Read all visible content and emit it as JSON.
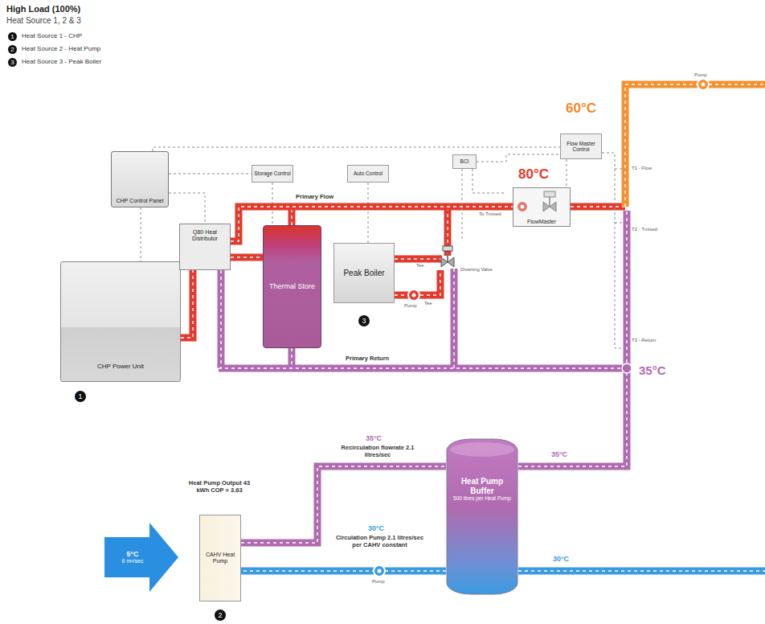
{
  "diagram": {
    "title": "High Load (100%)",
    "nodes": [
      {
        "text": [
          "CHP Control Panel"
        ]
      },
      {
        "text": [
          "CHP Power Unit"
        ]
      },
      {
        "text": [
          "Q80 Heat Distributor"
        ]
      },
      {
        "text": [
          "Storage Control"
        ]
      },
      {
        "text": [
          "Thermal Store"
        ]
      },
      {
        "text": [
          "Auto Control"
        ]
      },
      {
        "text": [
          "Peak Boiler"
        ]
      },
      {
        "text": [
          "BCI"
        ]
      },
      {
        "text": [
          "Flow Master Control"
        ]
      },
      {
        "text": [
          "FlowMaster"
        ]
      },
      {
        "text": [
          "Heat Pump Buffer",
          "500 litres per Heat Pump"
        ]
      },
      {
        "text": [
          "CAHV Heat Pump"
        ]
      },
      {
        "text": [
          "5°C",
          "6 m³/sec"
        ]
      }
    ],
    "edges": [
      {
        "from": 0,
        "to": 1,
        "arrow": "none"
      },
      {
        "from": 0,
        "to": 2,
        "arrow": "none"
      },
      {
        "from": 0,
        "to": 3,
        "arrow": "none"
      },
      {
        "from": 0,
        "to": 8,
        "arrow": "none"
      },
      {
        "from": 3,
        "to": 4,
        "arrow": "none"
      },
      {
        "from": 5,
        "to": 6,
        "arrow": "none"
      },
      {
        "from": 8,
        "to": 9,
        "arrow": "none"
      },
      {
        "from": 7,
        "to": 8,
        "arrow": "none"
      },
      {
        "from": 1,
        "to": 2,
        "arrow": "none"
      },
      {
        "from": 2,
        "to": 9,
        "arrow": "none"
      },
      {
        "from": 11,
        "to": 10,
        "arrow": "none"
      },
      {
        "from": 10,
        "to": 11,
        "arrow": "none"
      },
      {
        "from": 2,
        "to": 4,
        "arrow": "none"
      }
    ],
    "labels": [
      "Heat Source 1, 2 & 3",
      "1",
      "2",
      "3",
      "1",
      "3",
      "2",
      "Primary Flow",
      "Primary Return",
      "60°C",
      "80°C",
      "35°C",
      "Pump",
      "Diverting Valve",
      "Pump",
      "35°C",
      "Recirculation flowrate 2.1 litres/sec",
      "35°C",
      "Heat Pump Output 43 kWh COP = 3.63",
      "30°C",
      "Circulation Pump 2.1 litres/sec per CAHV constant",
      "Pump",
      "30°C",
      "T1 - Flow",
      "T2 - Tmixed",
      "T3 - Return",
      "To Tmixed",
      "Tee",
      "Tee"
    ],
    "legend": [
      {
        "text": "Heat Source 1 - CHP"
      },
      {
        "text": "Heat Source 2 - Heat Pump"
      },
      {
        "text": "Heat Source 3 - Peak Boiler"
      }
    ]
  }
}
